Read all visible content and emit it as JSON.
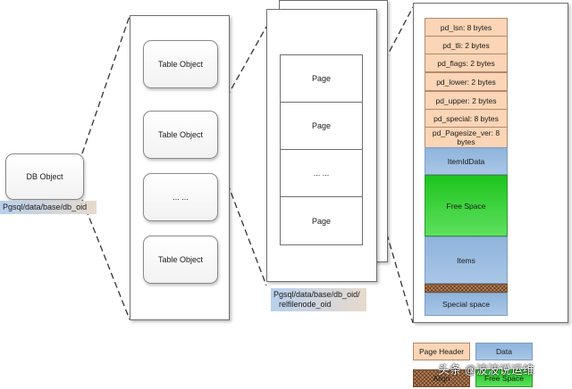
{
  "db_object": {
    "label": "DB Object",
    "path": "Pgsql/data/base/db_oid"
  },
  "tables": {
    "items": [
      "Table Object",
      "Table Object",
      "... ...",
      "Table Object"
    ]
  },
  "file": {
    "pages": [
      "Page",
      "Page",
      "... ...",
      "Page"
    ],
    "path_line1": "Pgsql/data/base/db_oid/",
    "path_line2": "relfilenode_oid"
  },
  "page_layout": {
    "header_fields": [
      "pd_lsn: 8 bytes",
      "pd_tli: 2 bytes",
      "pd_flags: 2 bytes",
      "pd_lower: 2 bytes",
      "pd_upper: 2 bytes",
      "pd_special: 8 bytes"
    ],
    "last_field": "pd_Pagesize_ver: 8 bytes",
    "item_id_data": "ItemIdData",
    "free_space": "Free Space",
    "items": "Items",
    "special_space": "Special space"
  },
  "legend": {
    "page_header": "Page Header",
    "data": "Data",
    "align": "Align",
    "free_space": "Free Space"
  },
  "watermark": "头条 @波波说运维",
  "colors": {
    "header": "#fbd5b5",
    "data": "#9dbde0",
    "free": "#22c822",
    "align": "#a0714e"
  }
}
